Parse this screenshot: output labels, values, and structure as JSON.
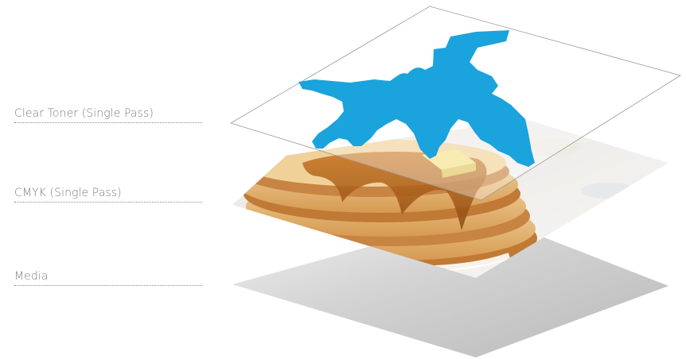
{
  "layers": [
    {
      "id": "clear",
      "label": "Clear Toner (Single Pass)"
    },
    {
      "id": "cmyk",
      "label": "CMYK (Single Pass)"
    },
    {
      "id": "media",
      "label": "Media"
    }
  ],
  "colors": {
    "label_text": "#7d7d7d",
    "clear_toner_accent": "#1aa3dc",
    "media_gray": "#c9c9c9"
  }
}
